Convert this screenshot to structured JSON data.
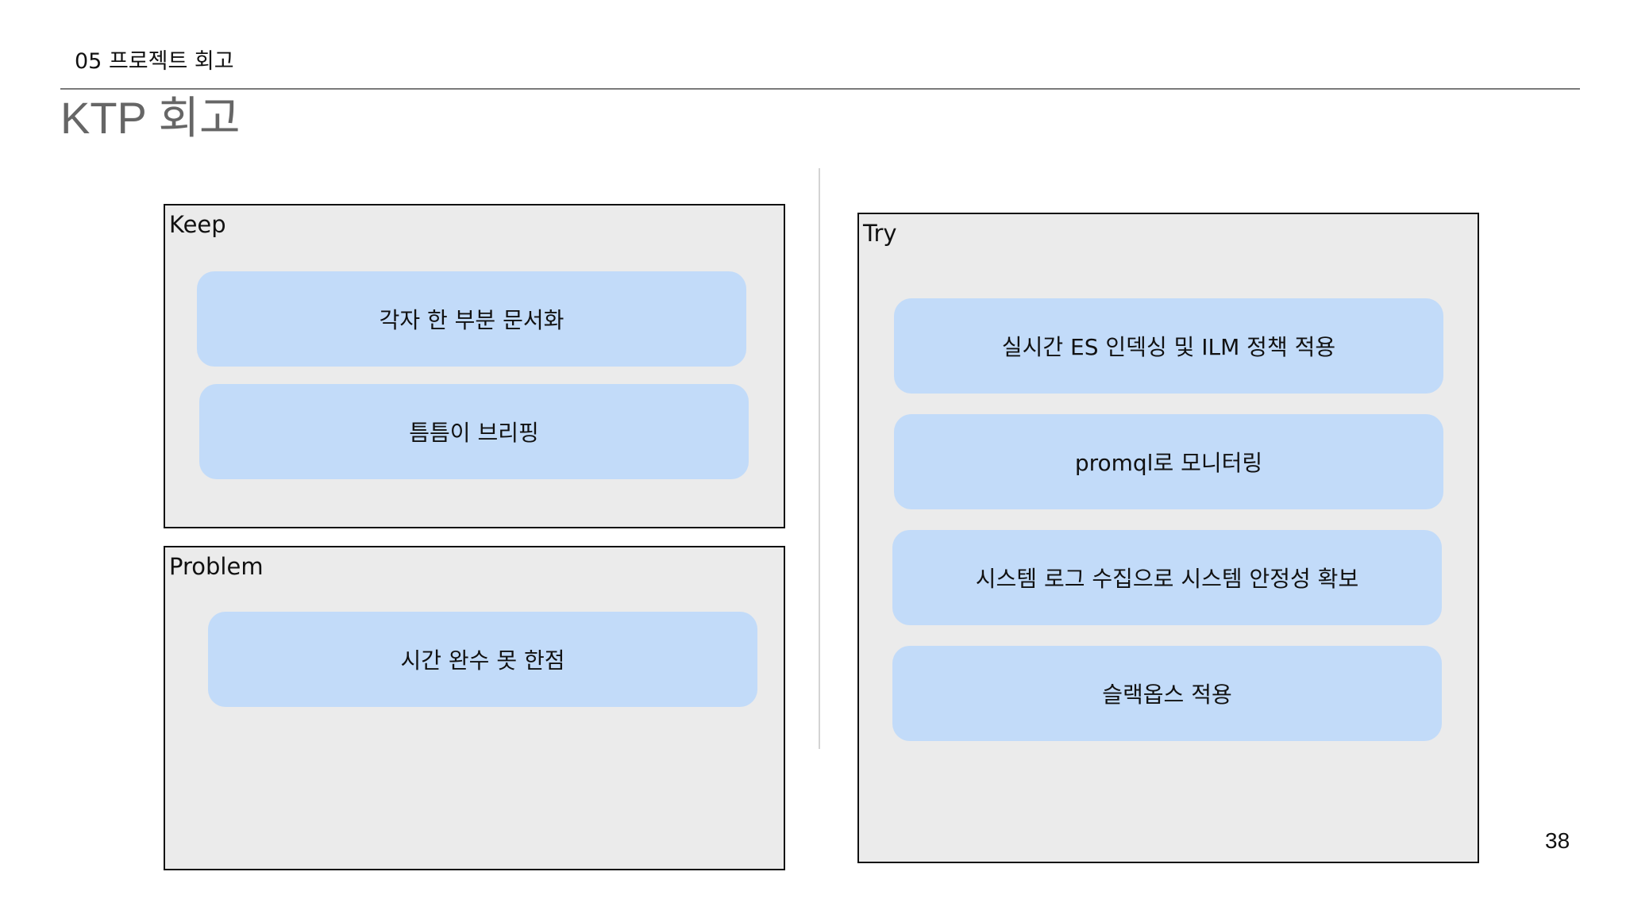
{
  "header": {
    "section_label": "05 프로젝트 회고",
    "title": "KTP 회고"
  },
  "keep": {
    "label": "Keep",
    "items": [
      "각자 한 부분 문서화",
      "틈틈이 브리핑"
    ]
  },
  "problem": {
    "label": "Problem",
    "items": [
      "시간 완수 못 한점"
    ]
  },
  "try": {
    "label": "Try",
    "items": [
      "실시간 ES 인덱싱 및 ILM 정책 적용",
      "promql로 모니터링",
      "시스템 로그 수집으로 시스템 안정성 확보",
      "슬랙옵스 적용"
    ]
  },
  "footer": {
    "page_number": "38"
  },
  "colors": {
    "panel_background": "#ebebeb",
    "card_background": "#c2dbf9",
    "title_text": "#666666"
  }
}
